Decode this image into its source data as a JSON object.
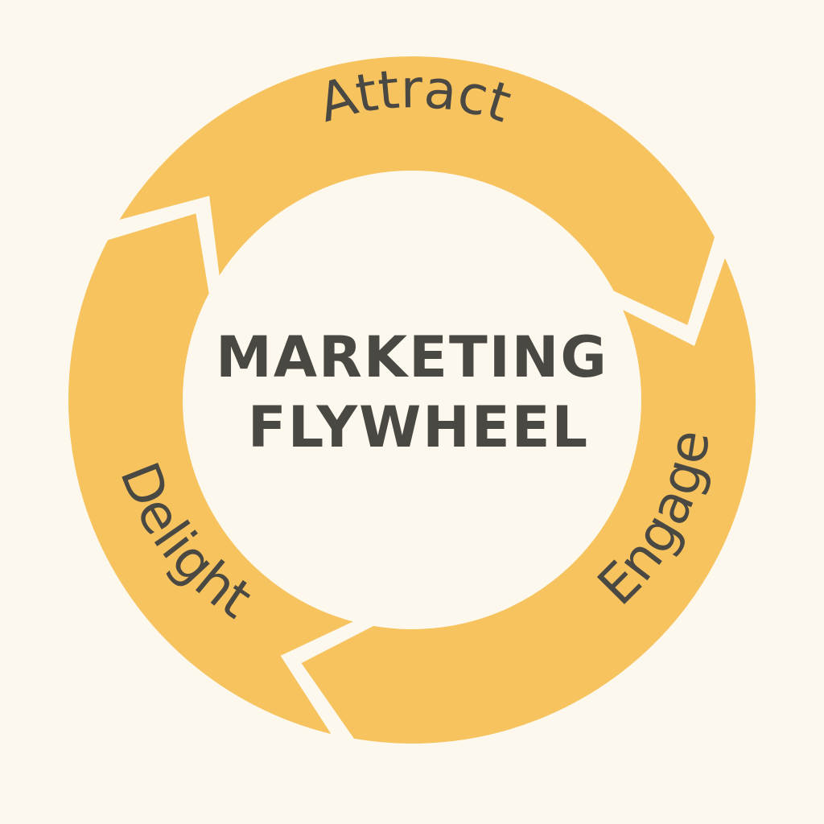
{
  "diagram": {
    "center": {
      "line1": "MARKETING",
      "line2": "FLYWHEEL"
    },
    "segments": [
      {
        "label": "Attract"
      },
      {
        "label": "Engage"
      },
      {
        "label": "Delight"
      }
    ],
    "colors": {
      "background": "#fdf8ee",
      "ring": "#f6c35e",
      "text": "#4a4842"
    }
  }
}
